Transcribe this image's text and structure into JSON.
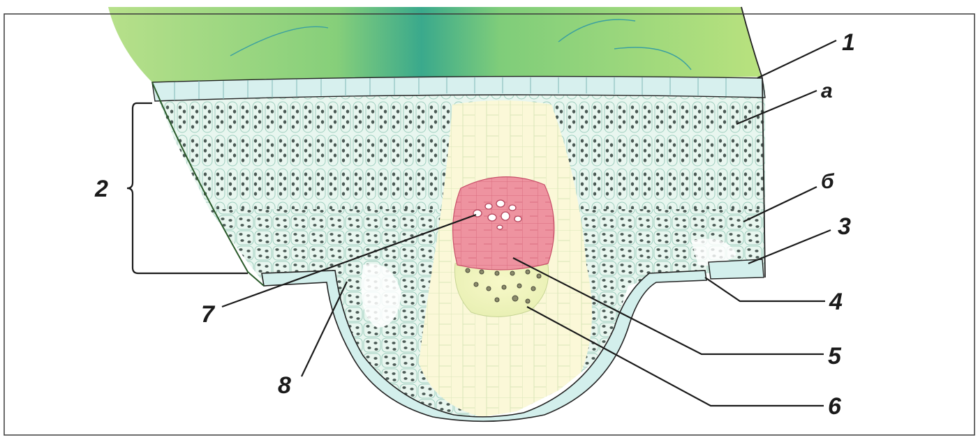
{
  "figure": {
    "labels": {
      "l1": "1",
      "la": "а",
      "l2": "2",
      "lb": "б",
      "l3": "3",
      "l4": "4",
      "l5": "5",
      "l6": "6",
      "l7": "7",
      "l8": "8"
    },
    "colors": {
      "leaf_surface_dark": "#3fae8c",
      "leaf_surface_light": "#a9dc7c",
      "epidermis": "#d6f1ef",
      "mesophyll_bg": "#e7f5ee",
      "chloroplast": "#4b5a55",
      "parenchyma": "#fbf8d8",
      "xylem": "#e88a98",
      "phloem": "#f0f3b8",
      "outline": "#222222"
    }
  }
}
